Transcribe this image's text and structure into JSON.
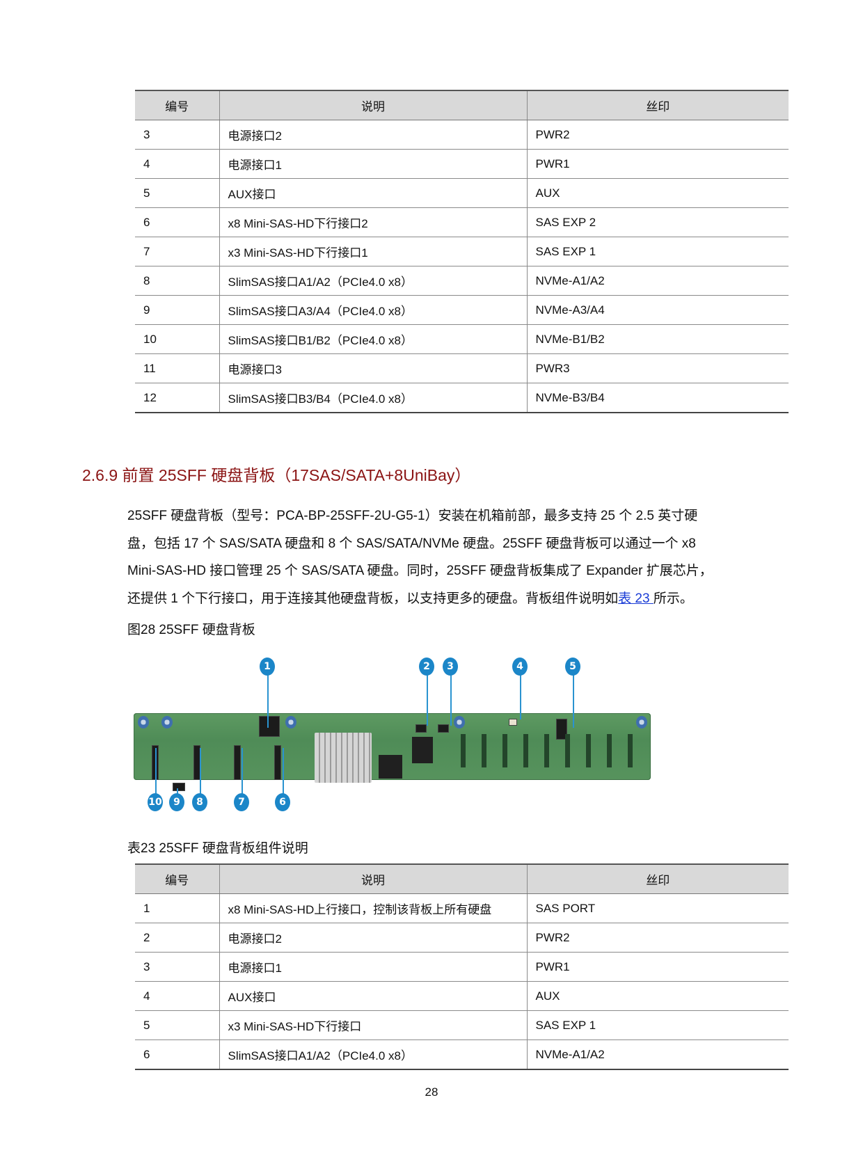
{
  "table_top": {
    "headers": [
      "编号",
      "说明",
      "丝印"
    ],
    "rows": [
      {
        "no": "3",
        "desc": "电源接口2",
        "silk": "PWR2"
      },
      {
        "no": "4",
        "desc": "电源接口1",
        "silk": "PWR1"
      },
      {
        "no": "5",
        "desc": "AUX接口",
        "silk": "AUX"
      },
      {
        "no": "6",
        "desc": "x8 Mini-SAS-HD下行接口2",
        "silk": "SAS EXP 2"
      },
      {
        "no": "7",
        "desc": "x3 Mini-SAS-HD下行接口1",
        "silk": "SAS EXP 1"
      },
      {
        "no": "8",
        "desc": "SlimSAS接口A1/A2（PCIe4.0 x8）",
        "silk": "NVMe-A1/A2"
      },
      {
        "no": "9",
        "desc": "SlimSAS接口A3/A4（PCIe4.0 x8）",
        "silk": "NVMe-A3/A4"
      },
      {
        "no": "10",
        "desc": "SlimSAS接口B1/B2（PCIe4.0 x8）",
        "silk": "NVMe-B1/B2"
      },
      {
        "no": "11",
        "desc": "电源接口3",
        "silk": "PWR3"
      },
      {
        "no": "12",
        "desc": "SlimSAS接口B3/B4（PCIe4.0 x8）",
        "silk": "NVMe-B3/B4"
      }
    ]
  },
  "section": {
    "heading": "2.6.9  前置 25SFF 硬盘背板（17SAS/SATA+8UniBay）",
    "paragraph_lines": [
      "25SFF 硬盘背板（型号：PCA-BP-25SFF-2U-G5-1）安装在机箱前部，最多支持 25 个 2.5 英寸硬",
      "盘，包括 17 个 SAS/SATA 硬盘和 8 个 SAS/SATA/NVMe 硬盘。25SFF 硬盘背板可以通过一个 x8",
      "Mini-SAS-HD 接口管理 25 个 SAS/SATA 硬盘。同时，25SFF 硬盘背板集成了 Expander 扩展芯片，",
      "还提供 1 个下行接口，用于连接其他硬盘背板，以支持更多的硬盘。背板组件说明如"
    ],
    "paragraph_link": "表 23 ",
    "paragraph_tail": "所示。"
  },
  "figure": {
    "caption": "图28  25SFF 硬盘背板",
    "callouts_top": [
      "1",
      "2",
      "3",
      "4",
      "5"
    ],
    "callouts_bottom": [
      "10",
      "9",
      "8",
      "7",
      "6"
    ],
    "callout_color": "#1b86c8"
  },
  "table_bottom": {
    "caption": "表23  25SFF 硬盘背板组件说明",
    "headers": [
      "编号",
      "说明",
      "丝印"
    ],
    "rows": [
      {
        "no": "1",
        "desc": "x8 Mini-SAS-HD上行接口，控制该背板上所有硬盘",
        "silk": "SAS PORT"
      },
      {
        "no": "2",
        "desc": "电源接口2",
        "silk": "PWR2"
      },
      {
        "no": "3",
        "desc": "电源接口1",
        "silk": "PWR1"
      },
      {
        "no": "4",
        "desc": "AUX接口",
        "silk": "AUX"
      },
      {
        "no": "5",
        "desc": "x3 Mini-SAS-HD下行接口",
        "silk": "SAS EXP 1"
      },
      {
        "no": "6",
        "desc": "SlimSAS接口A1/A2（PCIe4.0 x8）",
        "silk": "NVMe-A1/A2"
      }
    ]
  },
  "footer": {
    "page_number": "28"
  },
  "colors": {
    "heading": "#8b1414",
    "link": "#1a3cd6",
    "table_header_bg": "#d9d9d9"
  }
}
